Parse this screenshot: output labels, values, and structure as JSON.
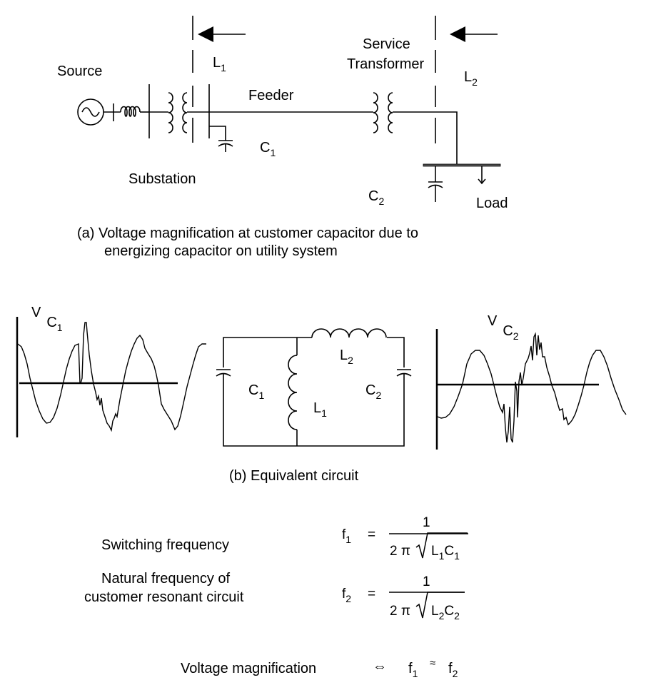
{
  "part_a": {
    "labels": {
      "source": "Source",
      "substation": "Substation",
      "feeder": "Feeder",
      "service_transformer_line1": "Service",
      "service_transformer_line2": "Transformer",
      "load": "Load",
      "l1": {
        "base": "L",
        "sub": "1"
      },
      "l2": {
        "base": "L",
        "sub": "2"
      },
      "c1": {
        "base": "C",
        "sub": "1"
      },
      "c2": {
        "base": "C",
        "sub": "2"
      }
    },
    "caption_line1": "(a)  Voltage magnification at customer capacitor due to",
    "caption_line2": "energizing capacitor on utility system"
  },
  "part_b": {
    "vc1": {
      "base": "V",
      "sub": "C",
      "subsub": "1"
    },
    "vc2": {
      "base": "V",
      "sub": "C",
      "subsub": "2"
    },
    "circuit_labels": {
      "c1": {
        "base": "C",
        "sub": "1"
      },
      "c2": {
        "base": "C",
        "sub": "2"
      },
      "l1": {
        "base": "L",
        "sub": "1"
      },
      "l2": {
        "base": "L",
        "sub": "2"
      }
    },
    "caption": "(b)  Equivalent circuit"
  },
  "equations": {
    "f1": {
      "label": "Switching frequency",
      "lhs": "f",
      "lhs_sub": "1",
      "eq": "=",
      "numerator": "1",
      "den_prefix": "2 π",
      "root_a": "L",
      "root_a_sub": "1",
      "root_b": "C",
      "root_b_sub": "1"
    },
    "f2": {
      "label_line1": "Natural frequency of",
      "label_line2": "customer resonant circuit",
      "lhs": "f",
      "lhs_sub": "2",
      "eq": "=",
      "numerator": "1",
      "den_prefix": "2 π",
      "root_a": "L",
      "root_a_sub": "2",
      "root_b": "C",
      "root_b_sub": "2"
    },
    "condition": {
      "label": "Voltage magnification",
      "iff": "⇔",
      "a": "f",
      "a_sub": "1",
      "approx": "≈",
      "b": "f",
      "b_sub": "2"
    }
  }
}
